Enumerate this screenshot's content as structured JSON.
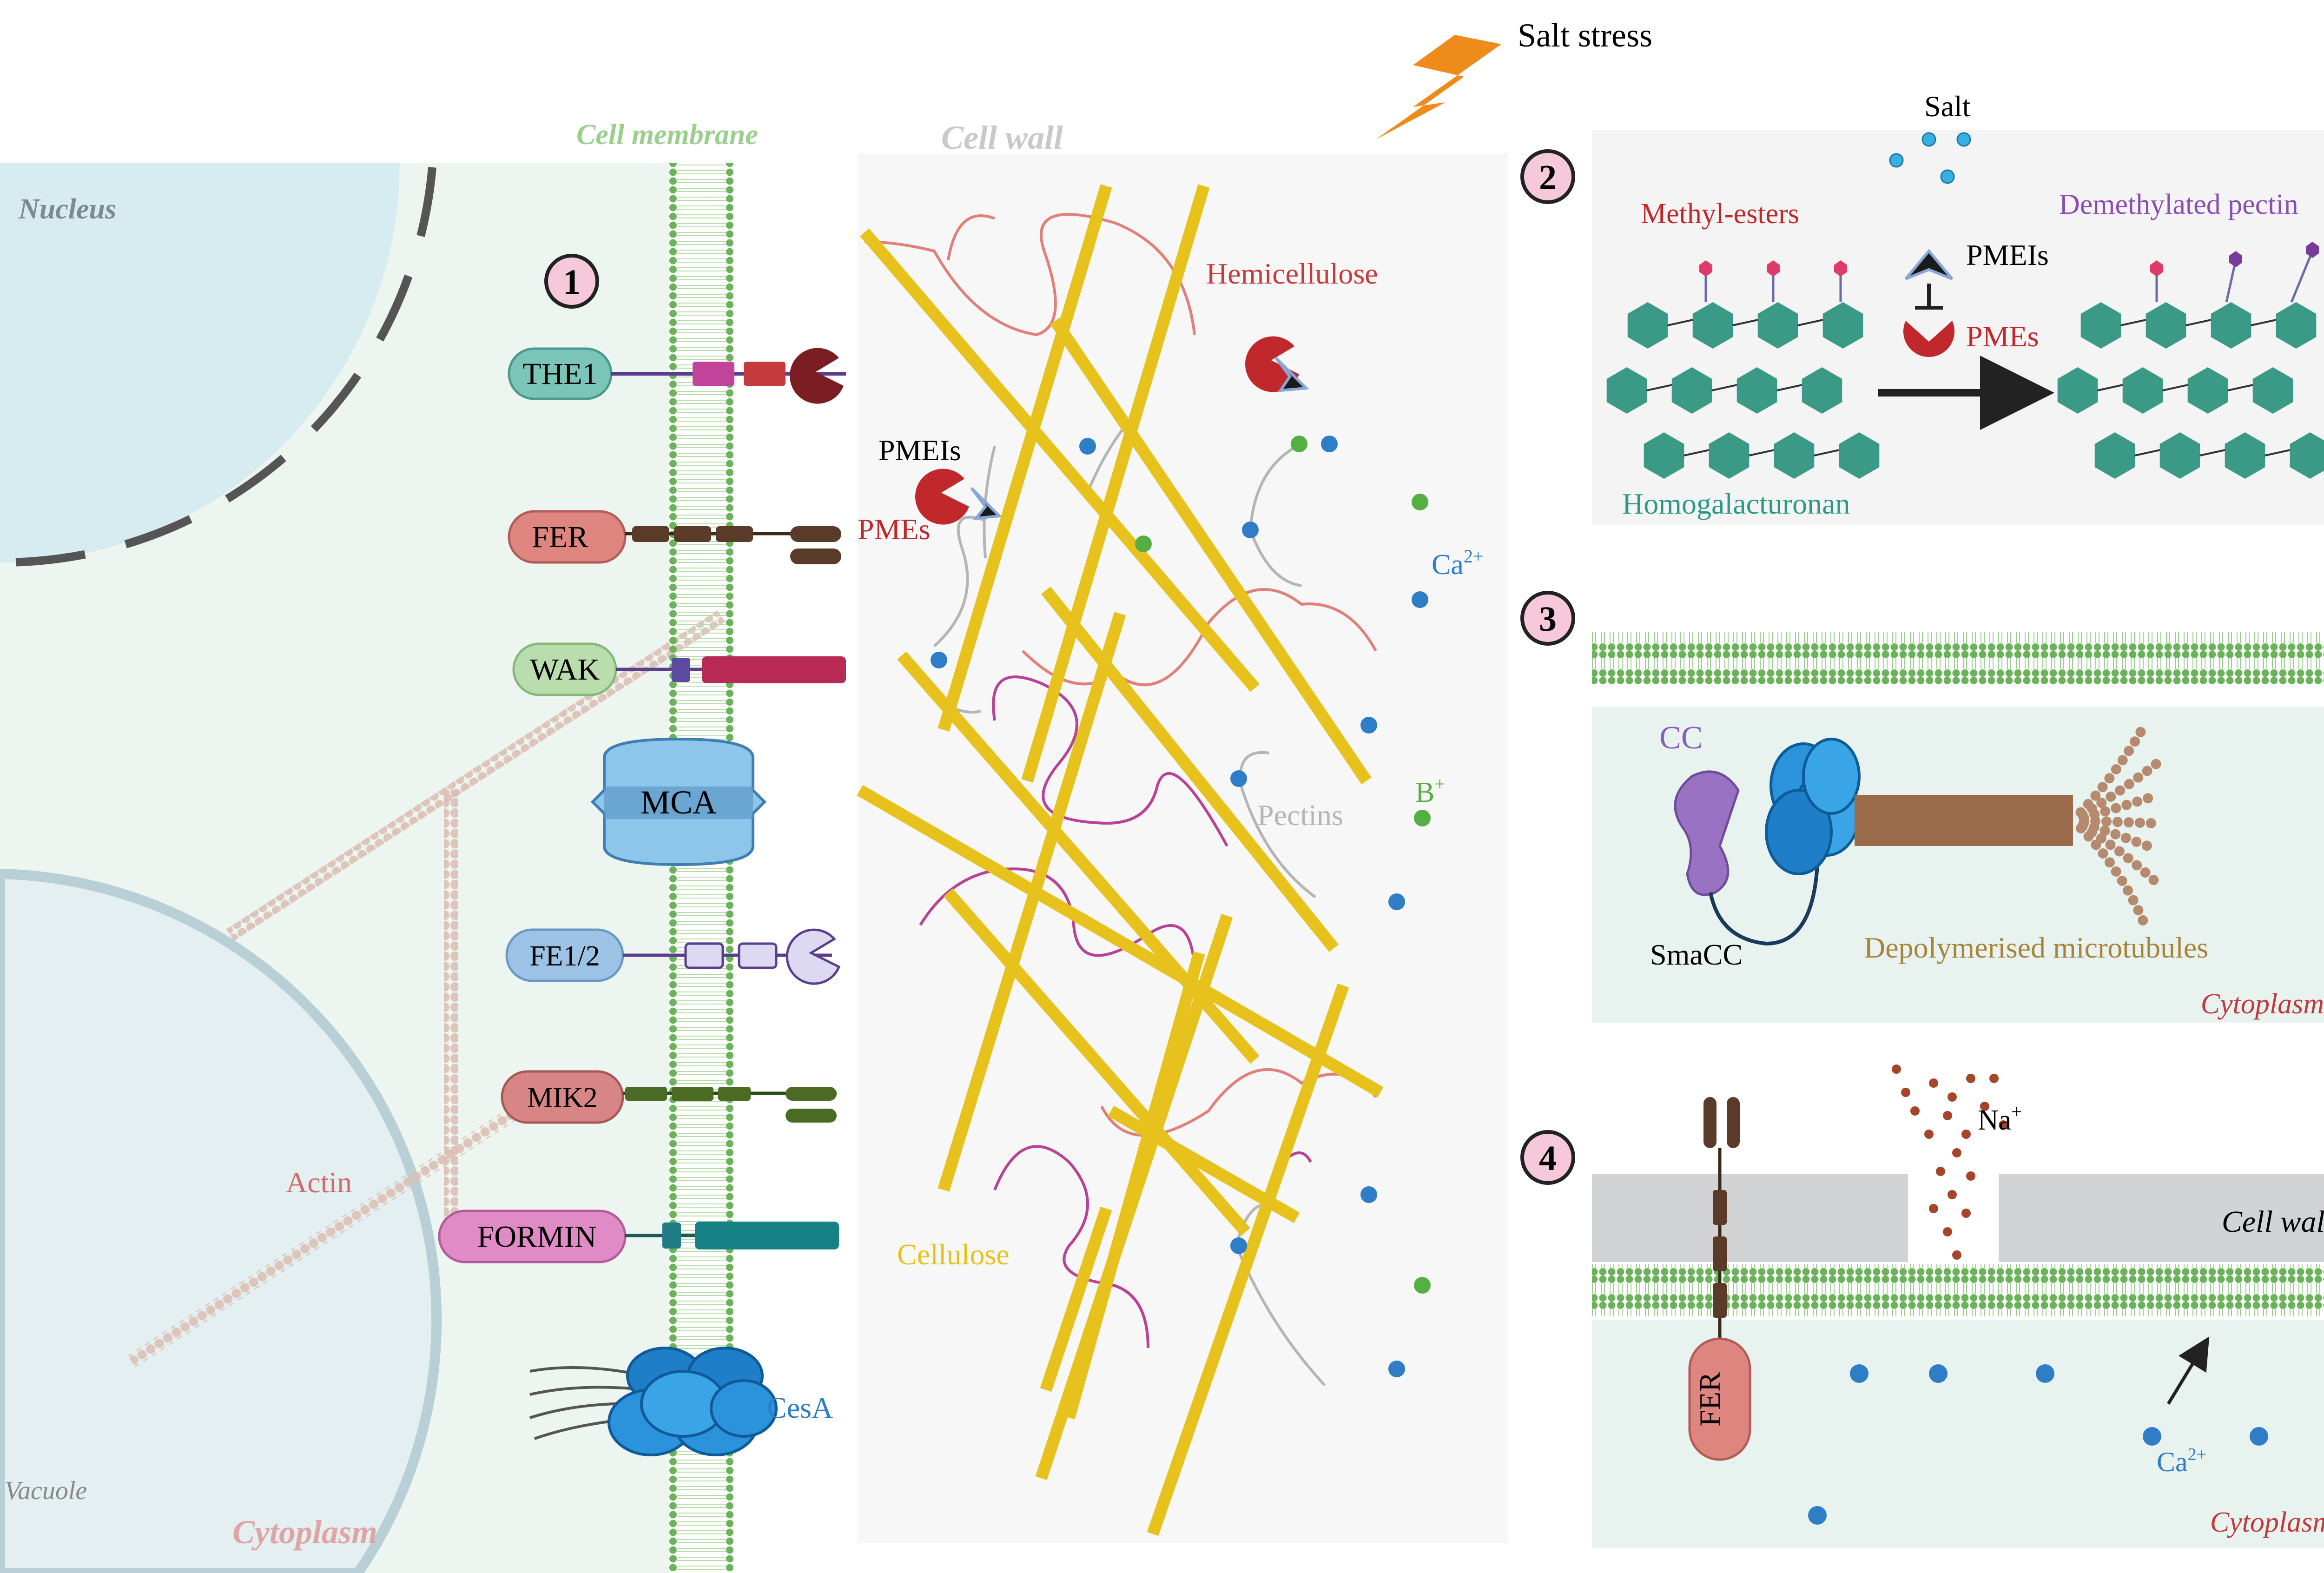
{
  "header": {
    "stress_label": "Salt stress"
  },
  "panel1": {
    "badge": "1",
    "nucleus_label": "Nucleus",
    "vacuole_label": "Vacuole",
    "cytoplasm_label": "Cytoplasm",
    "membrane_label": "Cell membrane",
    "wall_label": "Cell wall",
    "actin_label": "Actin",
    "receptors": [
      "THE1",
      "FER",
      "WAK",
      "MCA",
      "FE1/2",
      "MIK2",
      "FORMIN"
    ],
    "cesa_label": "CesA",
    "pmeis_label": "PMEIs",
    "pmes_label": "PMEs",
    "hemicellulose_label": "Hemicellulose",
    "cellulose_label": "Cellulose",
    "pectins_label": "Pectins",
    "ca_label": "Ca",
    "ca_sup": "2+",
    "b_label": "B",
    "b_sup": "+"
  },
  "panel2": {
    "badge": "2",
    "salt_label": "Salt",
    "methyl_label": "Methyl-esters",
    "pmeis_label": "PMEIs",
    "pmes_label": "PMEs",
    "demethyl_label": "Demethylated pectin",
    "hg_label": "Homogalacturonan"
  },
  "panel3": {
    "badge": "3",
    "cc_label": "CC",
    "smacc_label": "SmaCC",
    "depoly_label": "Depolymerised microtubules",
    "cytoplasm_label": "Cytoplasm"
  },
  "panel4": {
    "badge": "4",
    "na_label": "Na",
    "na_sup": "+",
    "wall_label": "Cell wall",
    "fer_label": "FER",
    "ca_label": "Ca",
    "ca_sup": "2+",
    "cytoplasm_label": "Cytoplasm"
  },
  "colors": {
    "membrane_green": "#6bb35a",
    "cellulose_yellow": "#e8c21c",
    "pme_red": "#c0282c",
    "hg_teal": "#3a9a86",
    "ion_blue": "#2f7cc7",
    "boron_green": "#55b043",
    "badge_pink": "#f6c9da"
  }
}
